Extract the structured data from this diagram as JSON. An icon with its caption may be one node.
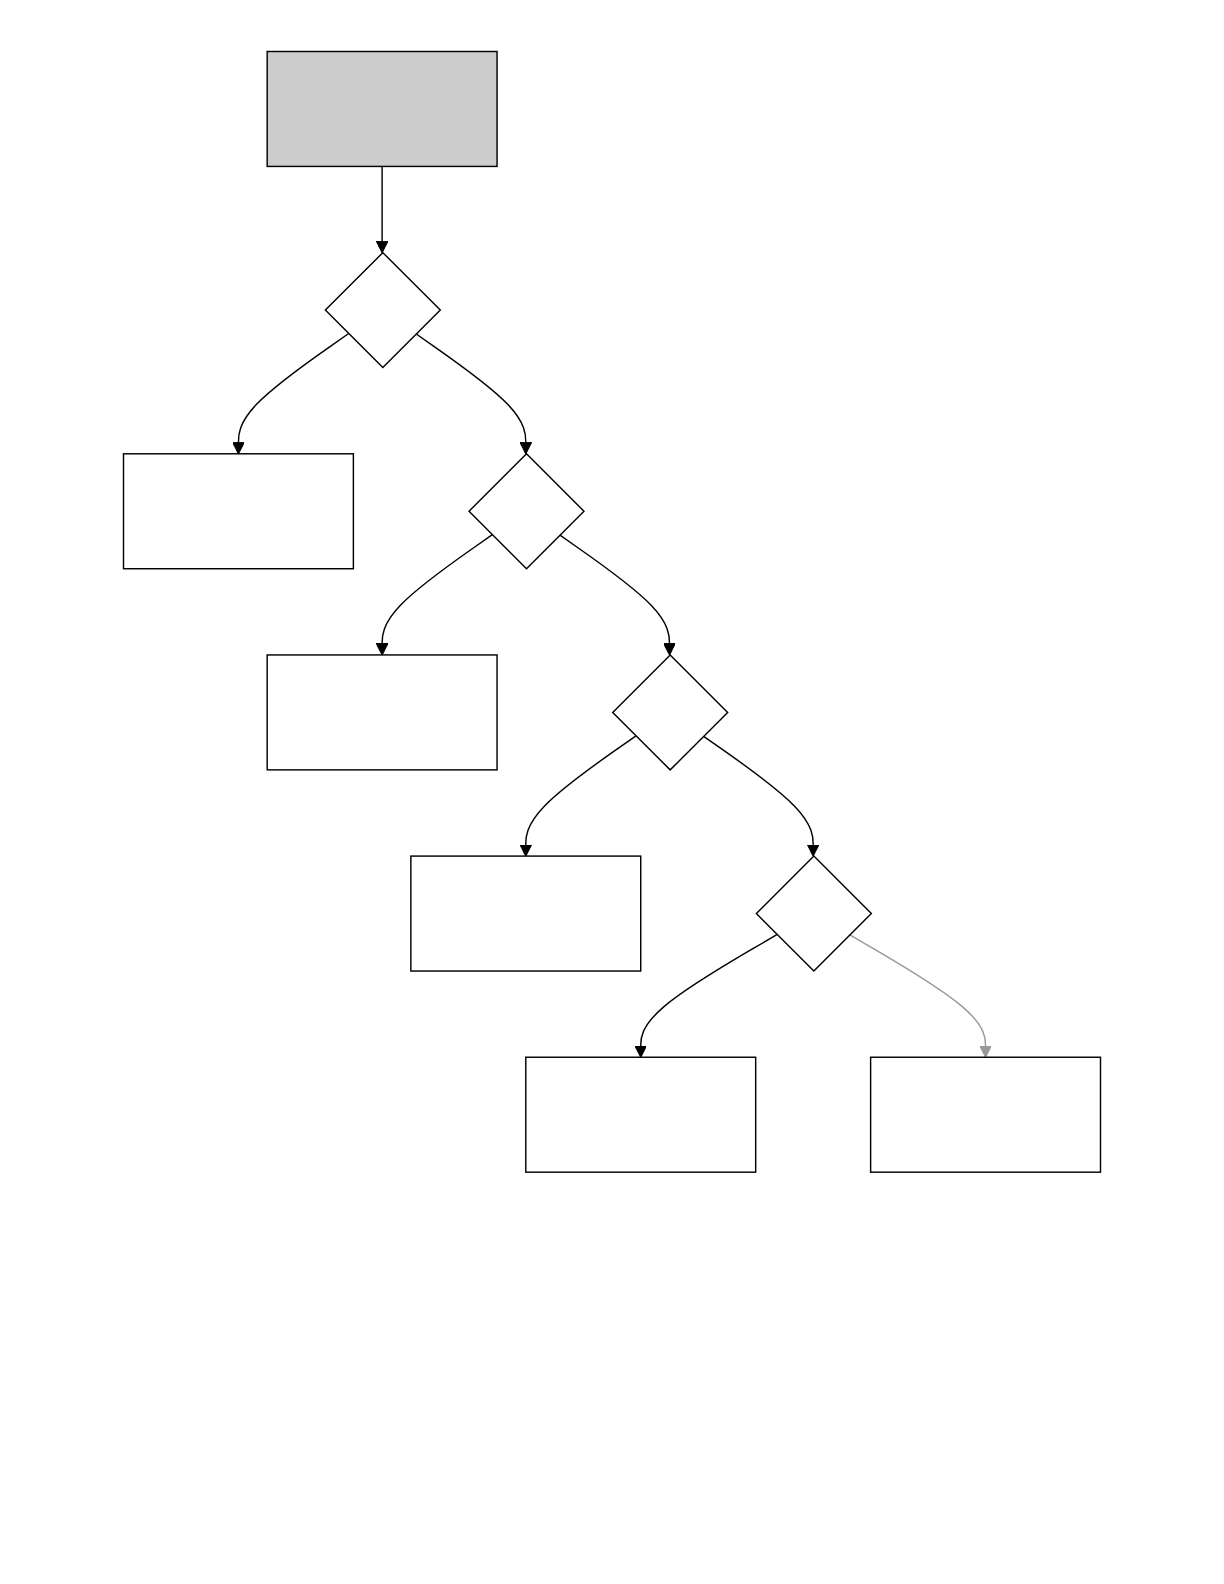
{
  "diagram": {
    "nodes": [
      {
        "text": [],
        "shape": "box"
      },
      {
        "text": [],
        "shape": "diamond"
      },
      {
        "text": [],
        "shape": "box"
      },
      {
        "text": [],
        "shape": "diamond"
      },
      {
        "text": [],
        "shape": "box"
      },
      {
        "text": [],
        "shape": "diamond"
      },
      {
        "text": [],
        "shape": "box"
      },
      {
        "text": [],
        "shape": "diamond"
      },
      {
        "text": [],
        "shape": "box"
      },
      {
        "text": [],
        "shape": "box"
      }
    ],
    "edges": [
      {
        "from": 0,
        "to": 1,
        "arrow": "to"
      },
      {
        "from": 1,
        "to": 2,
        "arrow": "to"
      },
      {
        "from": 1,
        "to": 3,
        "arrow": "to"
      },
      {
        "from": 3,
        "to": 4,
        "arrow": "to"
      },
      {
        "from": 3,
        "to": 5,
        "arrow": "to"
      },
      {
        "from": 5,
        "to": 6,
        "arrow": "to"
      },
      {
        "from": 5,
        "to": 7,
        "arrow": "to"
      },
      {
        "from": 7,
        "to": 8,
        "arrow": "to"
      },
      {
        "from": 7,
        "to": 9,
        "arrow": "to",
        "color": "#999999"
      }
    ]
  }
}
